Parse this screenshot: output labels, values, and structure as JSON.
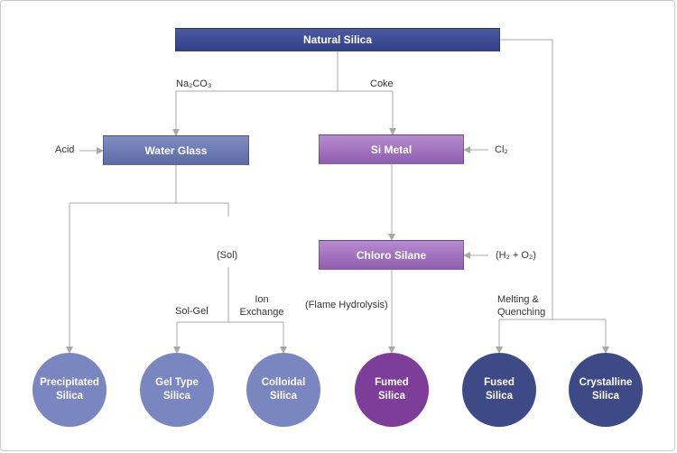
{
  "nodes": {
    "natural_silica": "Natural Silica",
    "water_glass": "Water Glass",
    "si_metal": "Si Metal",
    "chloro_silane": "Chloro Silane"
  },
  "labels": {
    "na2co3": "Na₂CO₃",
    "coke": "Coke",
    "acid": "Acid",
    "cl2": "Cl₂",
    "sol": "(Sol)",
    "h2o2": "(H₂ + O₂)",
    "ion_exchange": "Ion\nExchange",
    "sol_gel": "Sol-Gel",
    "flame_hydrolysis": "(Flame Hydrolysis)",
    "melting_quenching": "Melting &\nQuenching"
  },
  "products": {
    "precipitated": "Precipitated\nSilica",
    "gel_type": "Gel Type\nSilica",
    "colloidal": "Colloidal\nSilica",
    "fumed": "Fumed\nSilica",
    "fused": "Fused\nSilica",
    "crystalline": "Crystalline\nSilica"
  },
  "colors": {
    "natural_silica": "#3a4690",
    "water_glass": "#6e7cb6",
    "purple_box": "#a273c0",
    "light_circle": "#7a86c0",
    "purple_circle": "#7d3d98",
    "dark_circle": "#3e4a86",
    "connector": "#a8a8a8"
  }
}
